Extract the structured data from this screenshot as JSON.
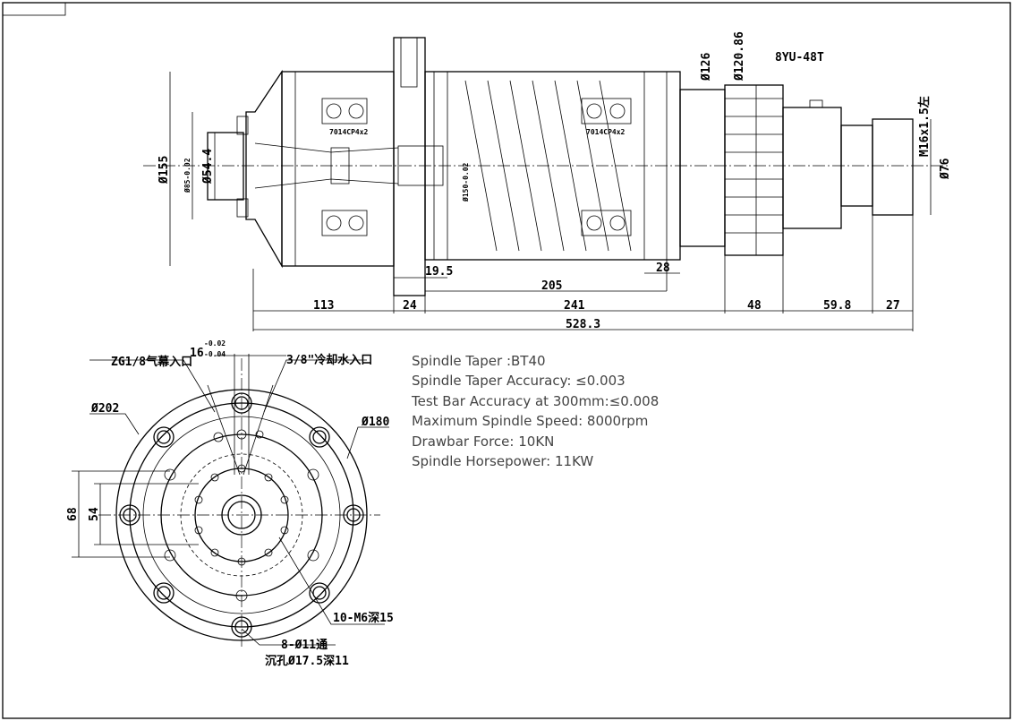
{
  "specs": [
    "Spindle Taper :BT40",
    "Spindle Taper Accuracy: ≤0.003",
    "Test Bar Accuracy at 300mm:≤0.008",
    "Maximum Spindle Speed: 8000rpm",
    "Drawbar Force: 10KN",
    "Spindle Horsepower: 11KW"
  ],
  "side_view": {
    "dia_155": "Ø155",
    "dia_85": "Ø85-0.02",
    "dia_85_tol": "0",
    "dia_54": "Ø54.4",
    "dia_150": "Ø150-0.02",
    "dia_150_tol": "0",
    "bearing_front": "7014CP4x2",
    "bearing_rear": "7014CP4x2",
    "dia_126": "Ø126",
    "dia_120": "Ø120.86",
    "pulley": "8YU-48T",
    "thread": "M16x1.5左",
    "dia_76": "Ø76",
    "dim_19_5": "19.5",
    "dim_28": "28",
    "dim_205": "205",
    "dim_113": "113",
    "dim_24": "24",
    "dim_241": "241",
    "dim_48": "48",
    "dim_59_8": "59.8",
    "dim_27": "27",
    "dim_total": "528.3"
  },
  "front_view": {
    "air_inlet": "ZG1/8气幕入口",
    "slot": "16",
    "slot_tol_upper": "-0.02",
    "slot_tol_lower": "-0.04",
    "coolant_inlet": "3/8\"冷却水入口",
    "dia_202": "Ø202",
    "dia_180": "Ø180",
    "dim_68": "68",
    "dim_54": "54",
    "tapped_holes": "10-M6深15",
    "through_holes": "8-Ø11通",
    "counterbore": "沉孔Ø17.5深11"
  }
}
